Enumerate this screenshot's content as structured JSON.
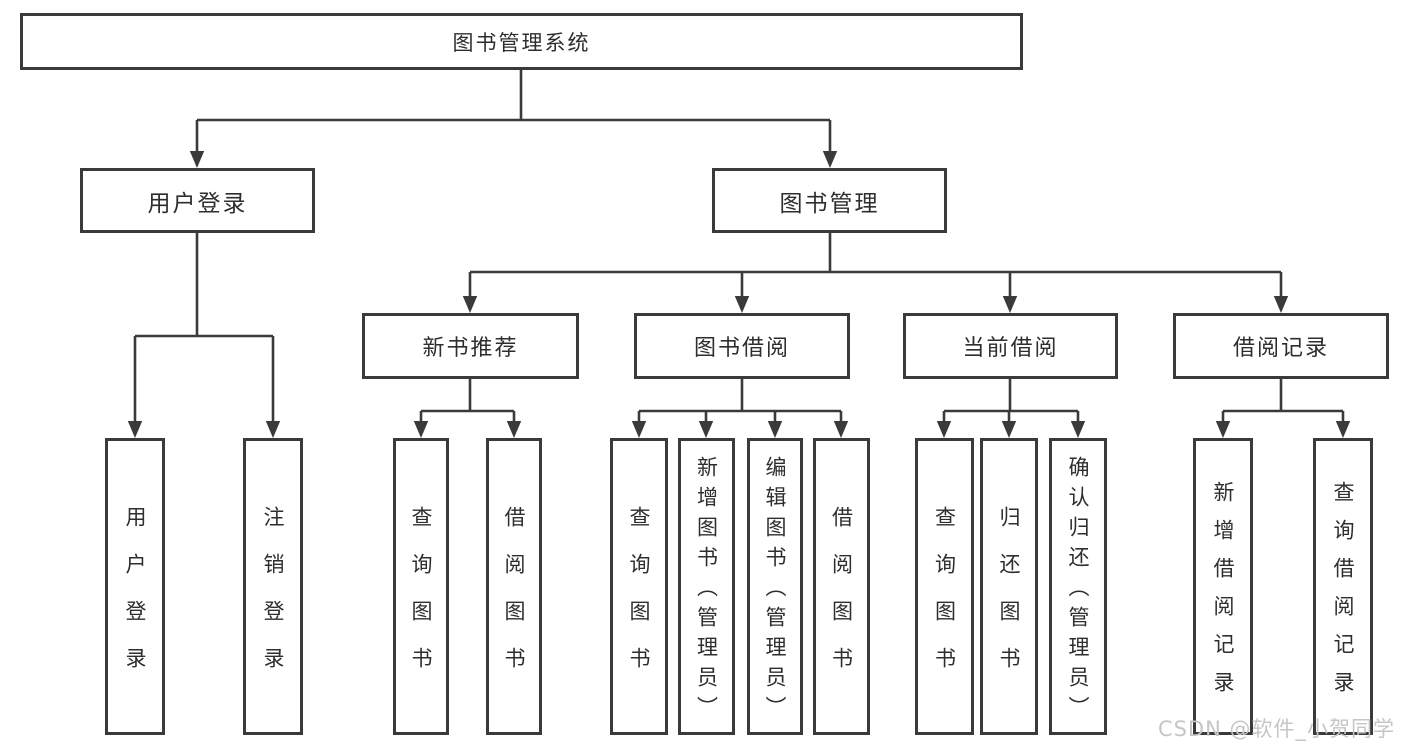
{
  "diagram": {
    "nodes": [
      {
        "id": "root",
        "label": "图书管理系统",
        "level": 0,
        "parent": null
      },
      {
        "id": "user-login",
        "label": "用户登录",
        "level": 1,
        "parent": "root"
      },
      {
        "id": "book-management",
        "label": "图书管理",
        "level": 1,
        "parent": "root"
      },
      {
        "id": "new-book-recommendation",
        "label": "新书推荐",
        "level": 2,
        "parent": "book-management"
      },
      {
        "id": "book-borrowing",
        "label": "图书借阅",
        "level": 2,
        "parent": "book-management"
      },
      {
        "id": "current-borrowing",
        "label": "当前借阅",
        "level": 2,
        "parent": "book-management"
      },
      {
        "id": "borrowing-records",
        "label": "借阅记录",
        "level": 2,
        "parent": "book-management"
      },
      {
        "id": "user-login-op",
        "label": "用户登录",
        "level": 3,
        "parent": "user-login"
      },
      {
        "id": "logout-op",
        "label": "注销登录",
        "level": 3,
        "parent": "user-login"
      },
      {
        "id": "query-books-1",
        "label": "查询图书",
        "level": 3,
        "parent": "new-book-recommendation"
      },
      {
        "id": "borrow-books-1",
        "label": "借阅图书",
        "level": 3,
        "parent": "new-book-recommendation"
      },
      {
        "id": "query-books-2",
        "label": "查询图书",
        "level": 3,
        "parent": "book-borrowing"
      },
      {
        "id": "add-books-admin",
        "label": "新增图书（管理员）",
        "level": 3,
        "parent": "book-borrowing"
      },
      {
        "id": "edit-books-admin",
        "label": "编辑图书（管理员）",
        "level": 3,
        "parent": "book-borrowing"
      },
      {
        "id": "borrow-books-2",
        "label": "借阅图书",
        "level": 3,
        "parent": "book-borrowing"
      },
      {
        "id": "query-books-3",
        "label": "查询图书",
        "level": 3,
        "parent": "current-borrowing"
      },
      {
        "id": "return-books",
        "label": "归还图书",
        "level": 3,
        "parent": "current-borrowing"
      },
      {
        "id": "confirm-return-admin",
        "label": "确认归还（管理员）",
        "level": 3,
        "parent": "current-borrowing"
      },
      {
        "id": "add-borrow-record",
        "label": "新增借阅记录",
        "level": 3,
        "parent": "borrowing-records"
      },
      {
        "id": "query-borrow-record",
        "label": "查询借阅记录",
        "level": 3,
        "parent": "borrowing-records"
      }
    ]
  },
  "watermark": {
    "text": "CSDN @软件_小贺同学"
  },
  "colors": {
    "line": "#3a3a3a",
    "box_border": "#3a3a3a",
    "text": "#2e2e2e",
    "watermark": "#c6c6c6",
    "background": "#ffffff"
  }
}
